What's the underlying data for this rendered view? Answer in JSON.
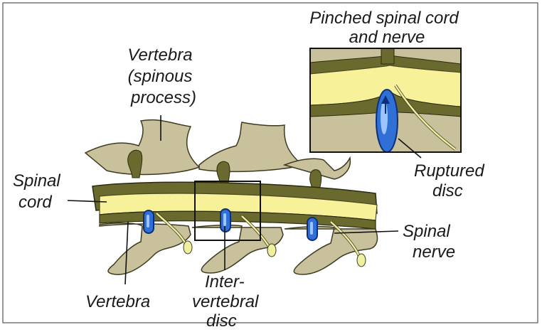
{
  "labels": {
    "inset_title_line1": "Pinched spinal cord",
    "inset_title_line2": "and nerve",
    "vertebra_spinous_line1": "Vertebra",
    "vertebra_spinous_line2": "(spinous",
    "vertebra_spinous_line3": "process)",
    "spinal_cord_line1": "Spinal",
    "spinal_cord_line2": "cord",
    "ruptured_disc_line1": "Ruptured",
    "ruptured_disc_line2": "disc",
    "spinal_nerve_line1": "Spinal",
    "spinal_nerve_line2": "nerve",
    "vertebra_body": "Vertebra",
    "intervertebral_line1": "Inter-",
    "intervertebral_line2": "vertebral",
    "intervertebral_line3": "disc"
  },
  "colors": {
    "bone": "#c9c19c",
    "bone_dark": "#6b6a2e",
    "cord": "#f7f29a",
    "disc": "#2f6fd6",
    "disc_dark": "#0e2f78",
    "nerve": "#eef0a0"
  }
}
